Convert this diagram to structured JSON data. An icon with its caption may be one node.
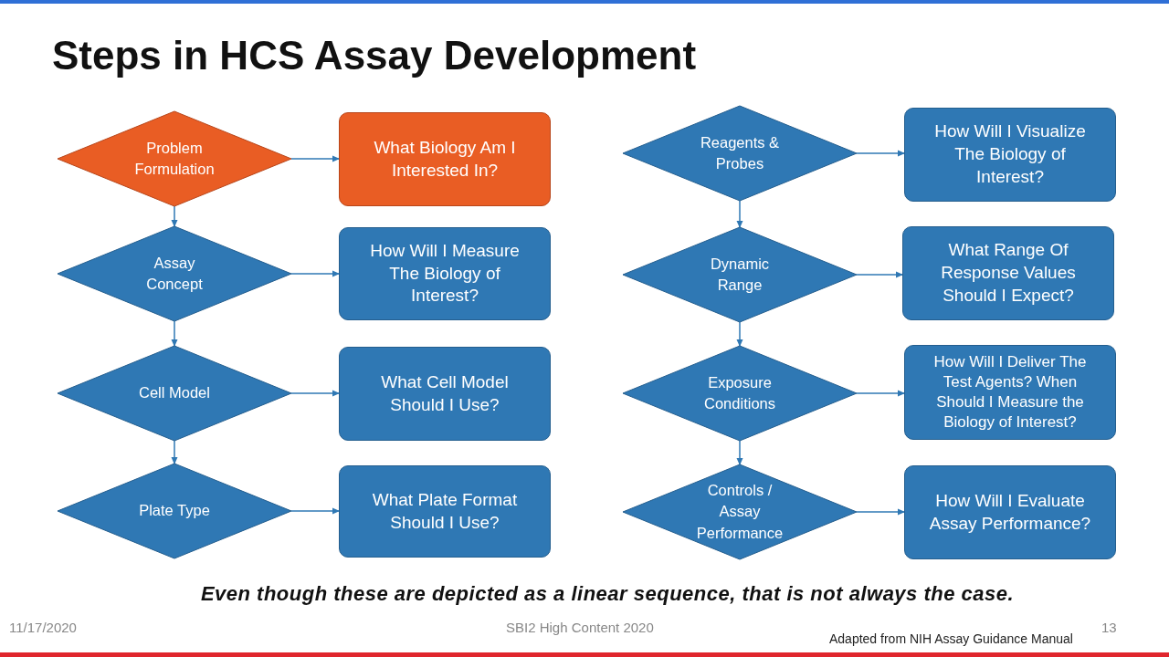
{
  "diagram": {
    "title": "Steps in HCS Assay Development",
    "nodes": [
      {
        "text": [
          "Problem Formulation"
        ]
      },
      {
        "text": [
          "What Biology Am I Interested In?"
        ]
      },
      {
        "text": [
          "Assay Concept"
        ]
      },
      {
        "text": [
          "How Will I Measure The Biology of Interest?"
        ]
      },
      {
        "text": [
          "Cell Model"
        ]
      },
      {
        "text": [
          "What Cell Model Should I Use?"
        ]
      },
      {
        "text": [
          "Plate Type"
        ]
      },
      {
        "text": [
          "What Plate Format Should I Use?"
        ]
      },
      {
        "text": [
          "Reagents & Probes"
        ]
      },
      {
        "text": [
          "How Will I Visualize The Biology of Interest?"
        ]
      },
      {
        "text": [
          "Dynamic Range"
        ]
      },
      {
        "text": [
          "What Range Of Response Values Should I Expect?"
        ]
      },
      {
        "text": [
          "Exposure Conditions"
        ]
      },
      {
        "text": [
          "How Will I Deliver The Test Agents? When Should I Measure the Biology of Interest?"
        ]
      },
      {
        "text": [
          "Controls / Assay Performance"
        ]
      },
      {
        "text": [
          "How Will I Evaluate Assay Performance?"
        ]
      }
    ],
    "edges": [
      {
        "from": 0,
        "to": 1,
        "arrow": "to"
      },
      {
        "from": 0,
        "to": 2,
        "arrow": "to"
      },
      {
        "from": 2,
        "to": 3,
        "arrow": "to"
      },
      {
        "from": 2,
        "to": 4,
        "arrow": "to"
      },
      {
        "from": 4,
        "to": 5,
        "arrow": "to"
      },
      {
        "from": 4,
        "to": 6,
        "arrow": "to"
      },
      {
        "from": 6,
        "to": 7,
        "arrow": "to"
      },
      {
        "from": 8,
        "to": 9,
        "arrow": "to"
      },
      {
        "from": 8,
        "to": 10,
        "arrow": "to"
      },
      {
        "from": 10,
        "to": 11,
        "arrow": "to"
      },
      {
        "from": 10,
        "to": 12,
        "arrow": "to"
      },
      {
        "from": 12,
        "to": 13,
        "arrow": "to"
      },
      {
        "from": 12,
        "to": 14,
        "arrow": "to"
      },
      {
        "from": 14,
        "to": 15,
        "arrow": "to"
      }
    ],
    "labels": [
      "Even though these are depicted as a linear sequence, that is not always the case.",
      "11/17/2020",
      "SBI2 High Content 2020",
      "Adapted from NIH Assay Guidance Manual",
      "13"
    ]
  }
}
